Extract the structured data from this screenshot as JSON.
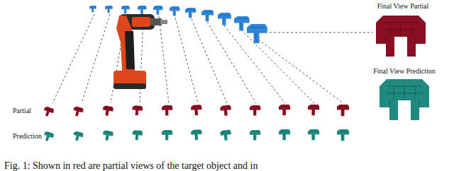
{
  "diagram": {
    "caption": "Fig. 1: Shown in red are partial views of the target object and in",
    "labels": [
      "Final View Partial",
      "Final View Prediction",
      "Partial",
      "Prediction"
    ]
  }
}
